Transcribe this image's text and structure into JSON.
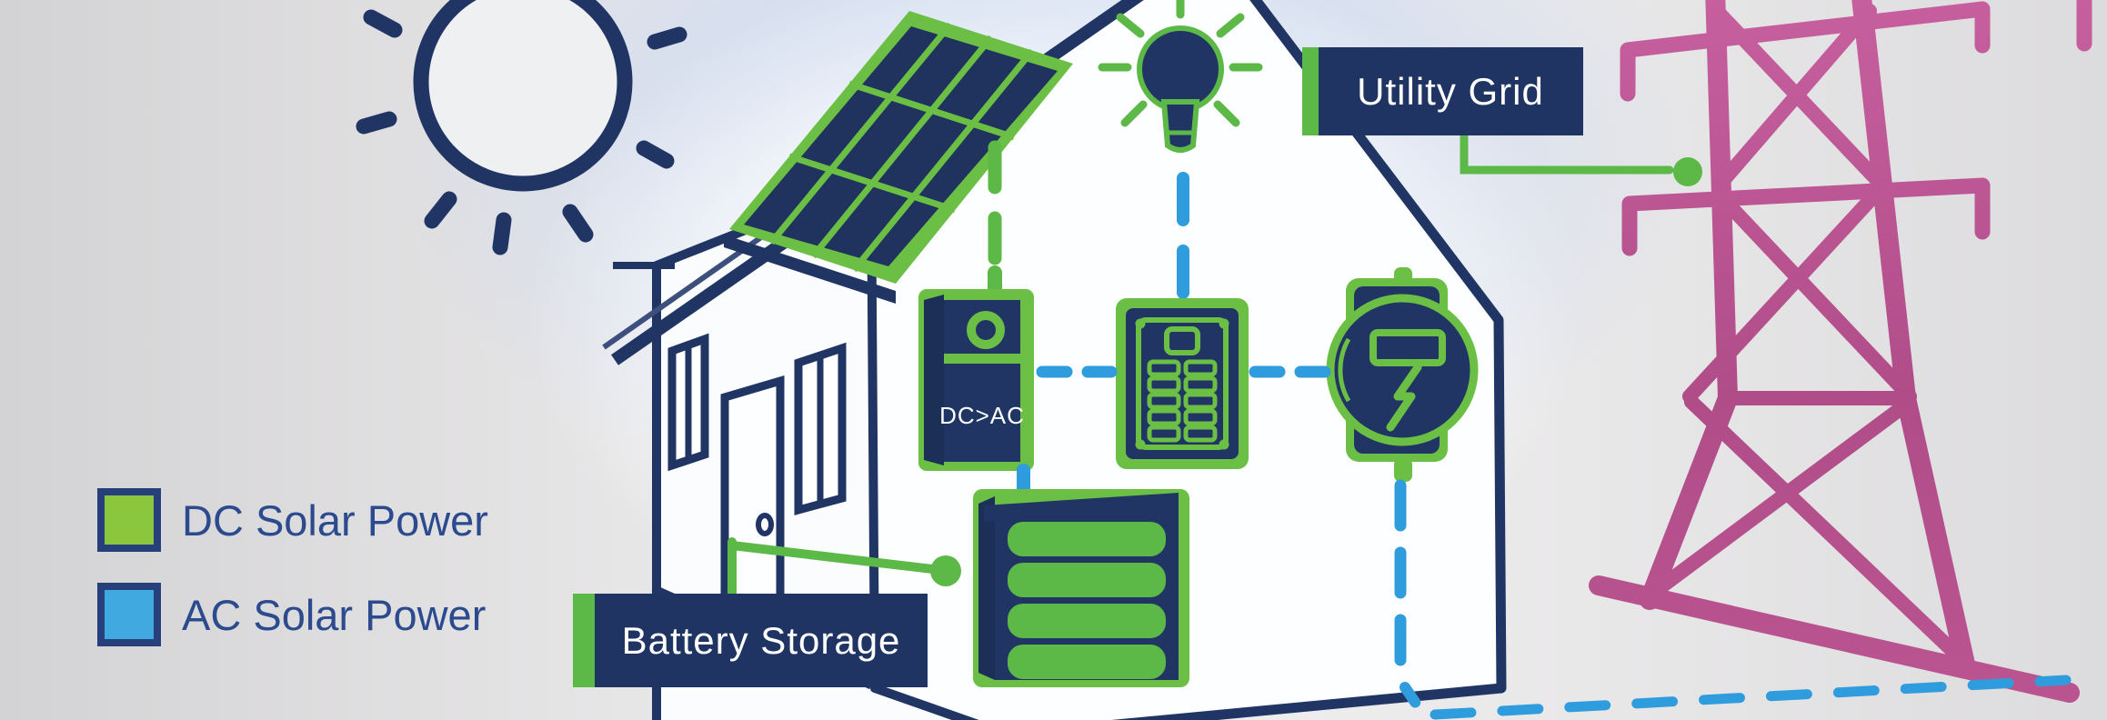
{
  "labels": {
    "utility_grid": "Utility Grid",
    "battery_storage": "Battery Storage",
    "inverter": "DC>AC"
  },
  "legend": {
    "items": [
      {
        "label": "DC Solar Power",
        "color": "#8bc63f"
      },
      {
        "label": "AC Solar Power",
        "color": "#3fa9e0"
      }
    ]
  },
  "icons": [
    "sun-icon",
    "solar-panel-icon",
    "house-icon",
    "light-bulb-icon",
    "inverter-icon",
    "breaker-panel-icon",
    "electric-meter-icon",
    "battery-icon",
    "transmission-tower-icon"
  ],
  "colors": {
    "navy": "#213564",
    "label_box": "#1f3462",
    "device_green": "#6cbf45",
    "line_green": "#5cb947",
    "line_blue": "#2f9ddd",
    "tower_pink": "#b8538f",
    "legend_text": "#2c4b8e",
    "label_text": "#ffffff"
  }
}
